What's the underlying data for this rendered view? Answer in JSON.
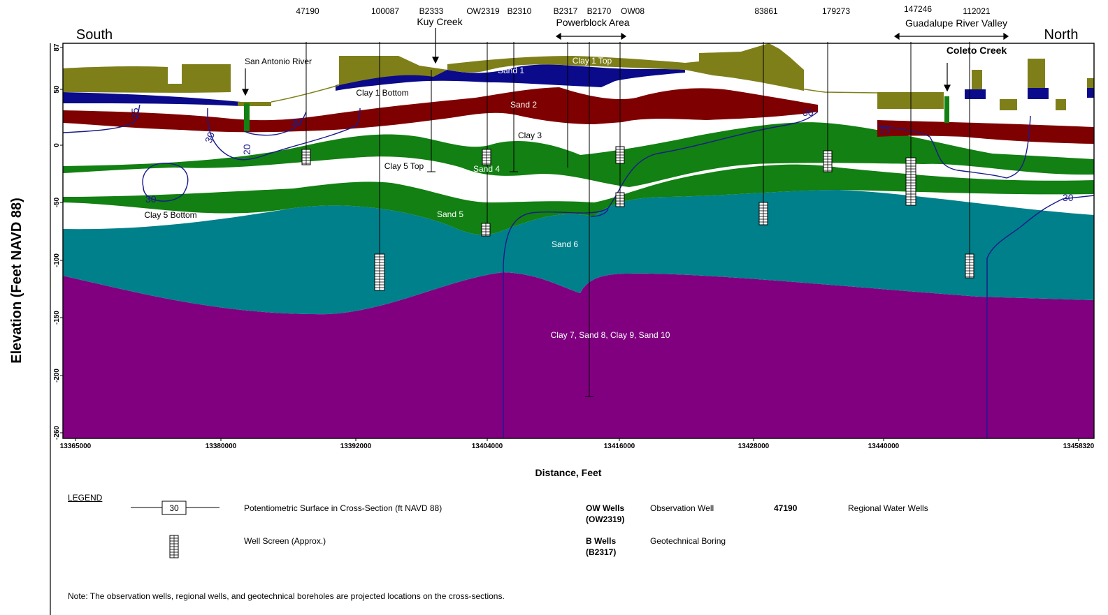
{
  "ylabel": "Elevation (Feet NAVD 88)",
  "xlabel": "Distance, Feet",
  "direction": {
    "left": "South",
    "right": "North"
  },
  "y_ticks": [
    "87",
    "50",
    "0",
    "-50",
    "-100",
    "-150",
    "-200",
    "-260"
  ],
  "x_ticks": [
    "13365000",
    "13380000",
    "13392000",
    "13404000",
    "13416000",
    "13428000",
    "13440000",
    "13458320"
  ],
  "wells": [
    "47190",
    "100087",
    "B2333",
    "OW2319",
    "B2310",
    "B2317",
    "B2170",
    "OW08",
    "83861",
    "179273",
    "147246",
    "112021"
  ],
  "features": {
    "kuy_creek": "Kuy Creek",
    "powerblock": "Powerblock Area",
    "guadalupe": "Guadalupe River Valley",
    "coleto": "Coleto Creek",
    "san_antonio": "San Antonio River"
  },
  "layer_labels": {
    "sand1": "Sand 1",
    "clay1top": "Clay 1 Top",
    "clay1bottom": "Clay 1 Bottom",
    "sand2": "Sand 2",
    "clay3": "Clay 3",
    "clay5top": "Clay 5 Top",
    "sand4": "Sand 4",
    "clay5bottom": "Clay 5 Bottom",
    "sand5": "Sand 5",
    "sand6": "Sand 6",
    "deep": "Clay 7, Sand 8, Clay 9, Sand 10"
  },
  "contour_labels": [
    "25",
    "30",
    "20",
    "30",
    "30",
    "30",
    "25",
    "30"
  ],
  "legend": {
    "title": "LEGEND",
    "contour_sample": "30",
    "potentiometric": "Potentiometric Surface in Cross-Section (ft NAVD 88)",
    "well_screen": "Well Screen (Approx.)",
    "ow_wells": "OW Wells",
    "ow_example": "(OW2319)",
    "ow_desc": "Observation Well",
    "b_wells": "B Wells",
    "b_example": "(B2317)",
    "b_desc": "Geotechnical Boring",
    "regional_example": "47190",
    "regional_desc": "Regional Water Wells",
    "note": "Note: The observation wells, regional wells, and geotechnical boreholes are projected locations on the cross-sections."
  },
  "colors": {
    "surface_clay": "#7f7f1a",
    "sand1": "#0a0a8a",
    "sand2": "#7f0000",
    "sand4": "#128012",
    "sand6": "#00808a",
    "deep": "#800080",
    "contour": "#1a1a8c"
  }
}
